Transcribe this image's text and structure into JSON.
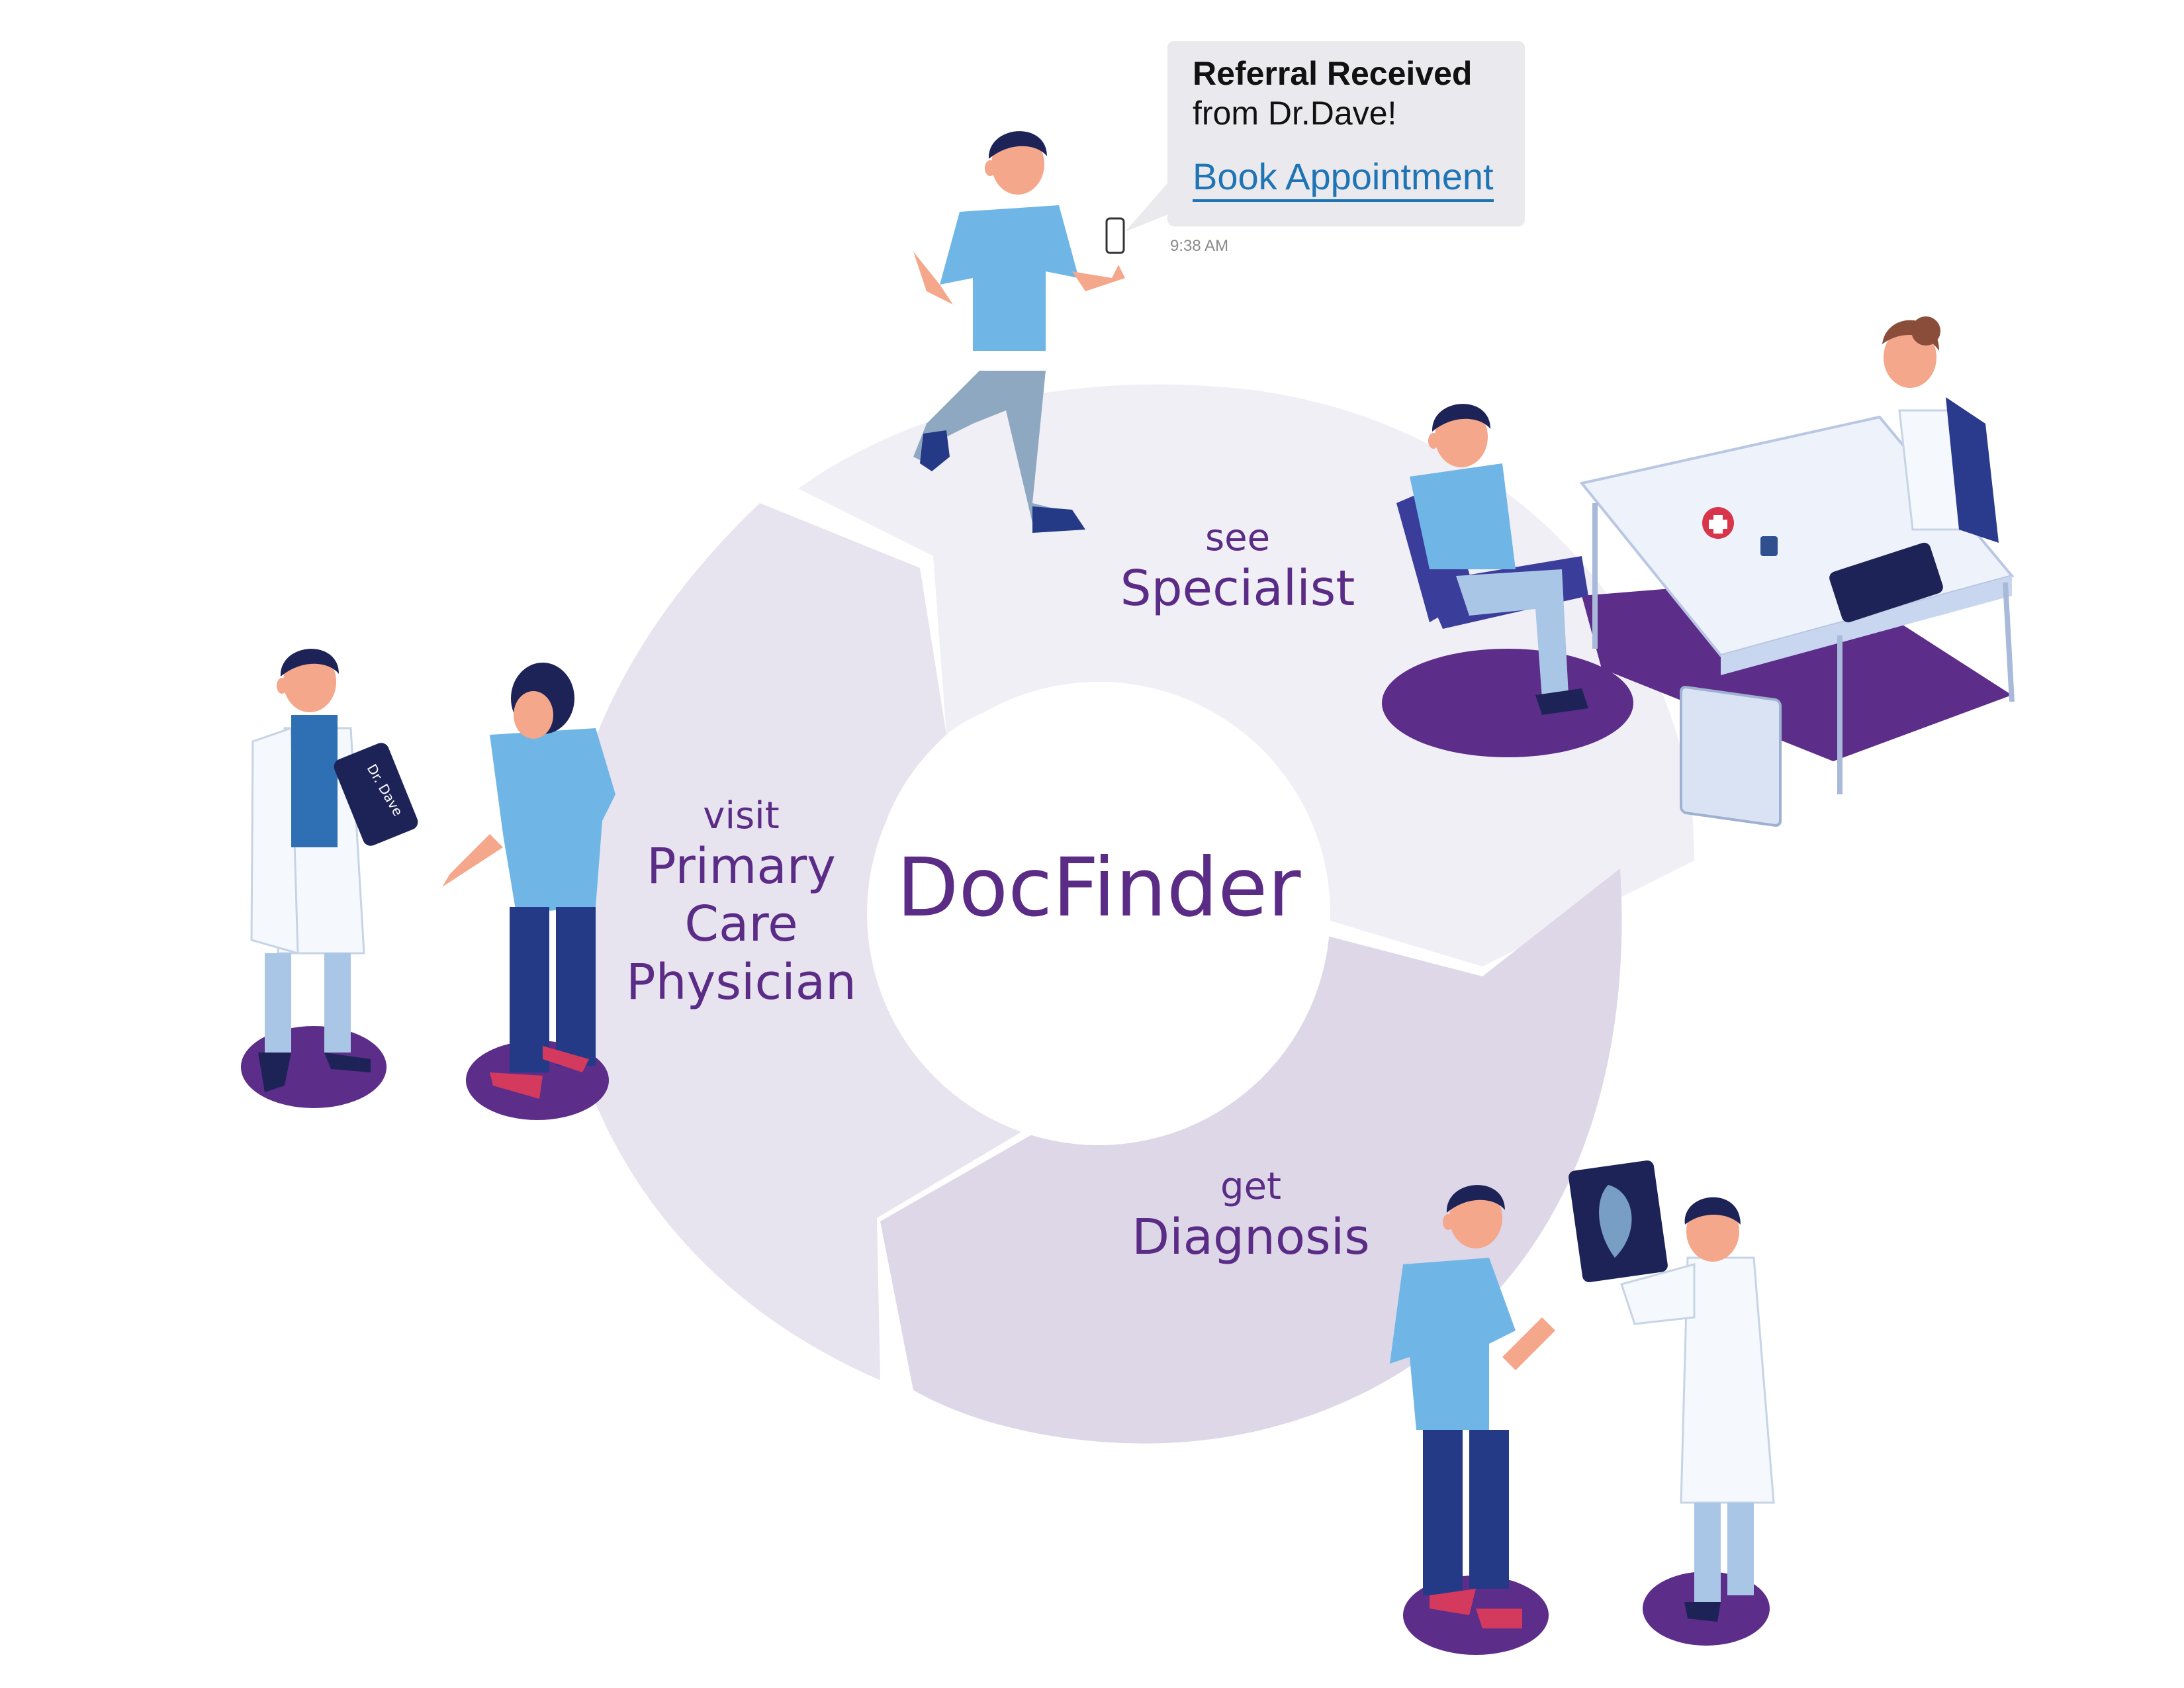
{
  "diagram": {
    "center": "DocFinder",
    "steps": [
      {
        "verb": "visit",
        "title_lines": [
          "Primary",
          "Care",
          "Physician"
        ]
      },
      {
        "verb": "see",
        "title_lines": [
          "Specialist"
        ]
      },
      {
        "verb": "get",
        "title_lines": [
          "Diagnosis"
        ]
      }
    ]
  },
  "notification": {
    "title": "Referral Received",
    "message": "from Dr.Dave!",
    "action": "Book Appointment",
    "time": "9:38 AM"
  },
  "clipboard_label": "Dr. Dave",
  "colors": {
    "purple_text": "#5b2c86",
    "segment_top": "#f0eff6",
    "segment_left": "#e7e3ef",
    "segment_bottom": "#ddd7e8",
    "floor_disc": "#5c2d89",
    "shirt_blue": "#6fb6e6",
    "pants_navy": "#243a86",
    "link_blue": "#1f74b5"
  }
}
